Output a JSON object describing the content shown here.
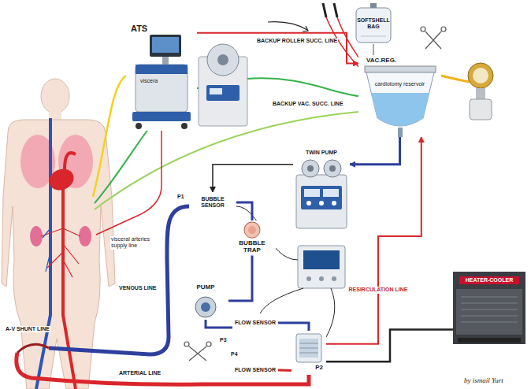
{
  "diagram": {
    "nodes": [
      {
        "text": [
          "ATS",
          "viscera"
        ]
      },
      {
        "text": [
          "SOFTSHELL BAG"
        ]
      },
      {
        "text": [
          "VAC.REG.",
          "cardiotomy reservoir"
        ]
      },
      {
        "text": [
          "TWIN PUMP"
        ]
      },
      {
        "text": [
          "BUBBLE SENSOR"
        ]
      },
      {
        "text": [
          "BUBBLE TRAP"
        ]
      },
      {
        "text": [
          "PUMP"
        ]
      },
      {
        "text": [
          "FLOW SENSOR"
        ]
      },
      {
        "text": [
          "P2"
        ]
      },
      {
        "text": [
          "FLOW SENSOR"
        ]
      },
      {
        "text": [
          "HEATER-COOLER"
        ]
      }
    ],
    "edges": [
      {
        "from": 0,
        "to": 2,
        "arrow": "to"
      },
      {
        "from": 1,
        "to": 2,
        "arrow": "none"
      },
      {
        "from": 2,
        "to": 3,
        "arrow": "to"
      },
      {
        "from": 3,
        "to": 4,
        "arrow": "to"
      },
      {
        "from": 4,
        "to": 5,
        "arrow": "none"
      },
      {
        "from": 5,
        "to": 6,
        "arrow": "none"
      },
      {
        "from": 6,
        "to": 7,
        "arrow": "none"
      },
      {
        "from": 7,
        "to": 8,
        "arrow": "none"
      },
      {
        "from": 8,
        "to": 9,
        "arrow": "none"
      },
      {
        "from": 8,
        "to": 2,
        "label": "RESIRCULATION LINE",
        "arrow": "to"
      },
      {
        "from": 10,
        "to": 8,
        "arrow": "none"
      }
    ],
    "labels": [
      "BACKUP ROLLER SUCC. LINE",
      "BACKUP VAC. SUCC. LINE",
      "P1",
      "visceral arteries supply line",
      "VENOUS LINE",
      "A-V SHUNT LINE",
      "P3",
      "P4",
      "ARTERIAL LINE",
      "by ismail Yurt"
    ]
  }
}
